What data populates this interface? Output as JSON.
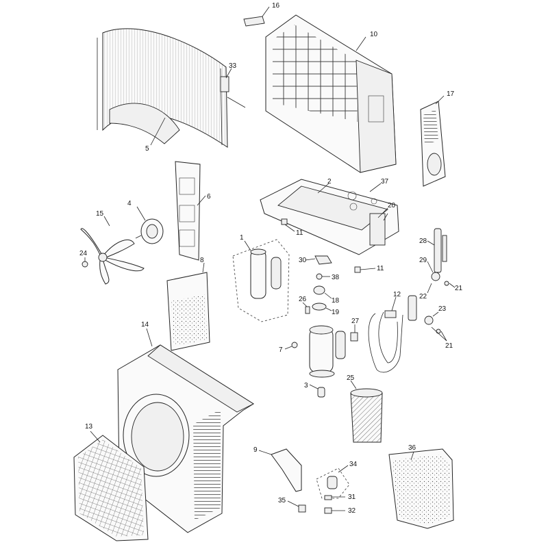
{
  "callouts": [
    {
      "id": "c16",
      "text": "16"
    },
    {
      "id": "c10",
      "text": "10"
    },
    {
      "id": "c33",
      "text": "33"
    },
    {
      "id": "c5",
      "text": "5"
    },
    {
      "id": "c17",
      "text": "17"
    },
    {
      "id": "c6",
      "text": "6"
    },
    {
      "id": "c2",
      "text": "2"
    },
    {
      "id": "c37",
      "text": "37"
    },
    {
      "id": "c4",
      "text": "4"
    },
    {
      "id": "c15",
      "text": "15"
    },
    {
      "id": "c20",
      "text": "20"
    },
    {
      "id": "c1",
      "text": "1"
    },
    {
      "id": "c11a",
      "text": "11"
    },
    {
      "id": "c28",
      "text": "28"
    },
    {
      "id": "c24",
      "text": "24"
    },
    {
      "id": "c8",
      "text": "8"
    },
    {
      "id": "c30",
      "text": "30"
    },
    {
      "id": "c11b",
      "text": "11"
    },
    {
      "id": "c29",
      "text": "29"
    },
    {
      "id": "c38",
      "text": "38"
    },
    {
      "id": "c21a",
      "text": "21"
    },
    {
      "id": "c22",
      "text": "22"
    },
    {
      "id": "c18",
      "text": "18"
    },
    {
      "id": "c26",
      "text": "26"
    },
    {
      "id": "c19",
      "text": "19"
    },
    {
      "id": "c12",
      "text": "12"
    },
    {
      "id": "c23",
      "text": "23"
    },
    {
      "id": "c14",
      "text": "14"
    },
    {
      "id": "c27",
      "text": "27"
    },
    {
      "id": "c21b",
      "text": "21"
    },
    {
      "id": "c7",
      "text": "7"
    },
    {
      "id": "c3",
      "text": "3"
    },
    {
      "id": "c25",
      "text": "25"
    },
    {
      "id": "c13",
      "text": "13"
    },
    {
      "id": "c9",
      "text": "9"
    },
    {
      "id": "c36",
      "text": "36"
    },
    {
      "id": "c34",
      "text": "34"
    },
    {
      "id": "c31",
      "text": "31"
    },
    {
      "id": "c35",
      "text": "35"
    },
    {
      "id": "c32",
      "text": "32"
    }
  ]
}
